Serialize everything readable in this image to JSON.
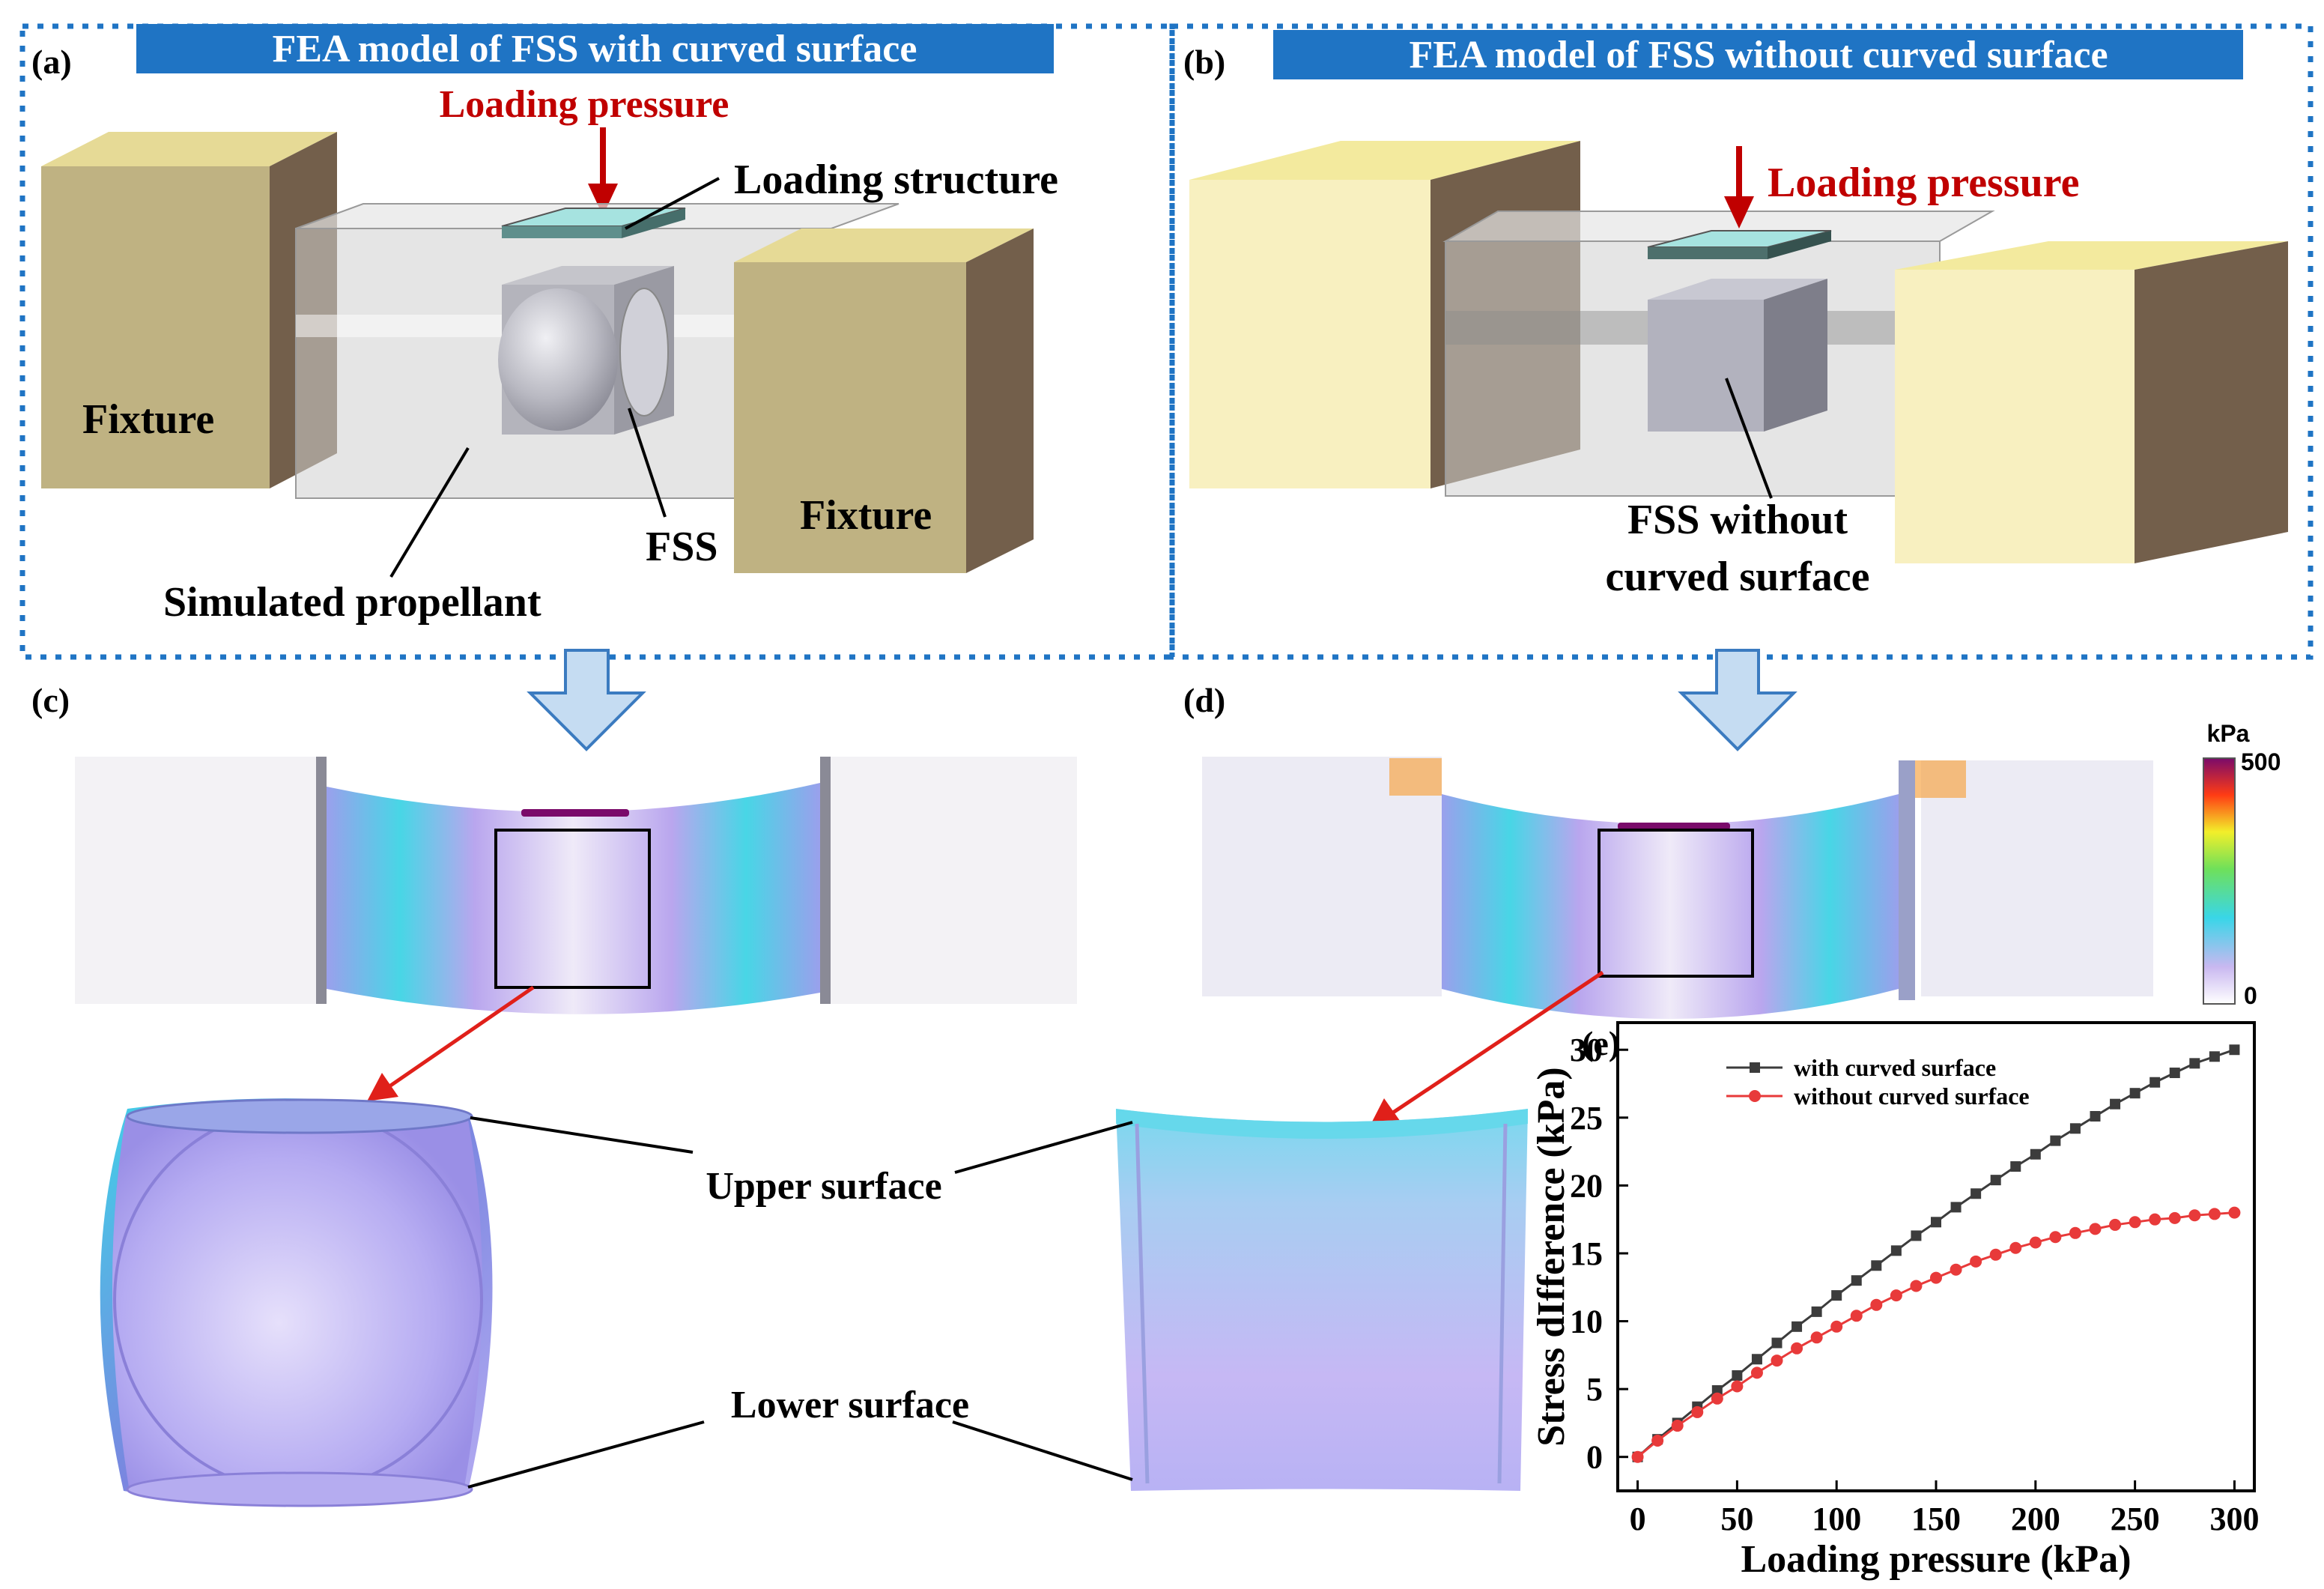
{
  "panels": {
    "a": {
      "label": "(a)",
      "title": "FEA model of FSS with curved surface",
      "loading_pressure": "Loading pressure",
      "loading_structure": "Loading structure",
      "fixture_left": "Fixture",
      "fixture_right": "Fixture",
      "fss": "FSS",
      "simulated_propellant": "Simulated propellant"
    },
    "b": {
      "label": "(b)",
      "title": "FEA model of FSS without curved surface",
      "loading_pressure": "Loading pressure",
      "fss_line1": "FSS without",
      "fss_line2": "curved surface"
    },
    "c": {
      "label": "(c)"
    },
    "d": {
      "label": "(d)"
    },
    "zoom": {
      "upper_surface": "Upper surface",
      "lower_surface": "Lower surface"
    },
    "colorbar": {
      "unit": "kPa",
      "max": "500",
      "min": "0"
    },
    "e": {
      "label": "(e)"
    }
  },
  "colors": {
    "title_bg": "#1f74c4",
    "title_text": "#ffffff",
    "arrow_red": "#c00000",
    "fixture_front_a": "#bfb282",
    "fixture_top_a": "#e6da96",
    "fixture_side": "#735f4b",
    "fixture_front_b": "#f8f0c0",
    "chart_series_1": "#3c3c3c",
    "chart_series_2": "#e83a3a"
  },
  "chart_data": {
    "type": "line",
    "xlabel": "Loading pressure (kPa)",
    "ylabel": "Stress dIfference (kPa)",
    "xlim": [
      -10,
      310
    ],
    "ylim": [
      -2.5,
      32
    ],
    "xticks": [
      0,
      50,
      100,
      150,
      200,
      250,
      300
    ],
    "yticks": [
      0,
      5,
      10,
      15,
      20,
      25,
      30
    ],
    "legend_position": "top-left",
    "grid": false,
    "x": [
      0,
      10,
      20,
      30,
      40,
      50,
      60,
      70,
      80,
      90,
      100,
      110,
      120,
      130,
      140,
      150,
      160,
      170,
      180,
      190,
      200,
      210,
      220,
      230,
      240,
      250,
      260,
      270,
      280,
      290,
      300
    ],
    "series": [
      {
        "name": "with curved surface",
        "marker": "square",
        "color": "#3c3c3c",
        "values": [
          0,
          1.3,
          2.5,
          3.7,
          4.9,
          6.0,
          7.2,
          8.4,
          9.6,
          10.7,
          11.9,
          13.0,
          14.1,
          15.2,
          16.3,
          17.3,
          18.4,
          19.4,
          20.4,
          21.4,
          22.3,
          23.3,
          24.2,
          25.1,
          26.0,
          26.8,
          27.6,
          28.3,
          29.0,
          29.5,
          30.0
        ]
      },
      {
        "name": "without curved surface",
        "marker": "circle",
        "color": "#e83a3a",
        "values": [
          0,
          1.2,
          2.3,
          3.3,
          4.3,
          5.2,
          6.2,
          7.1,
          8.0,
          8.8,
          9.6,
          10.4,
          11.2,
          11.9,
          12.6,
          13.2,
          13.8,
          14.4,
          14.9,
          15.4,
          15.8,
          16.2,
          16.5,
          16.8,
          17.1,
          17.3,
          17.5,
          17.6,
          17.8,
          17.9,
          18.0
        ]
      }
    ]
  }
}
